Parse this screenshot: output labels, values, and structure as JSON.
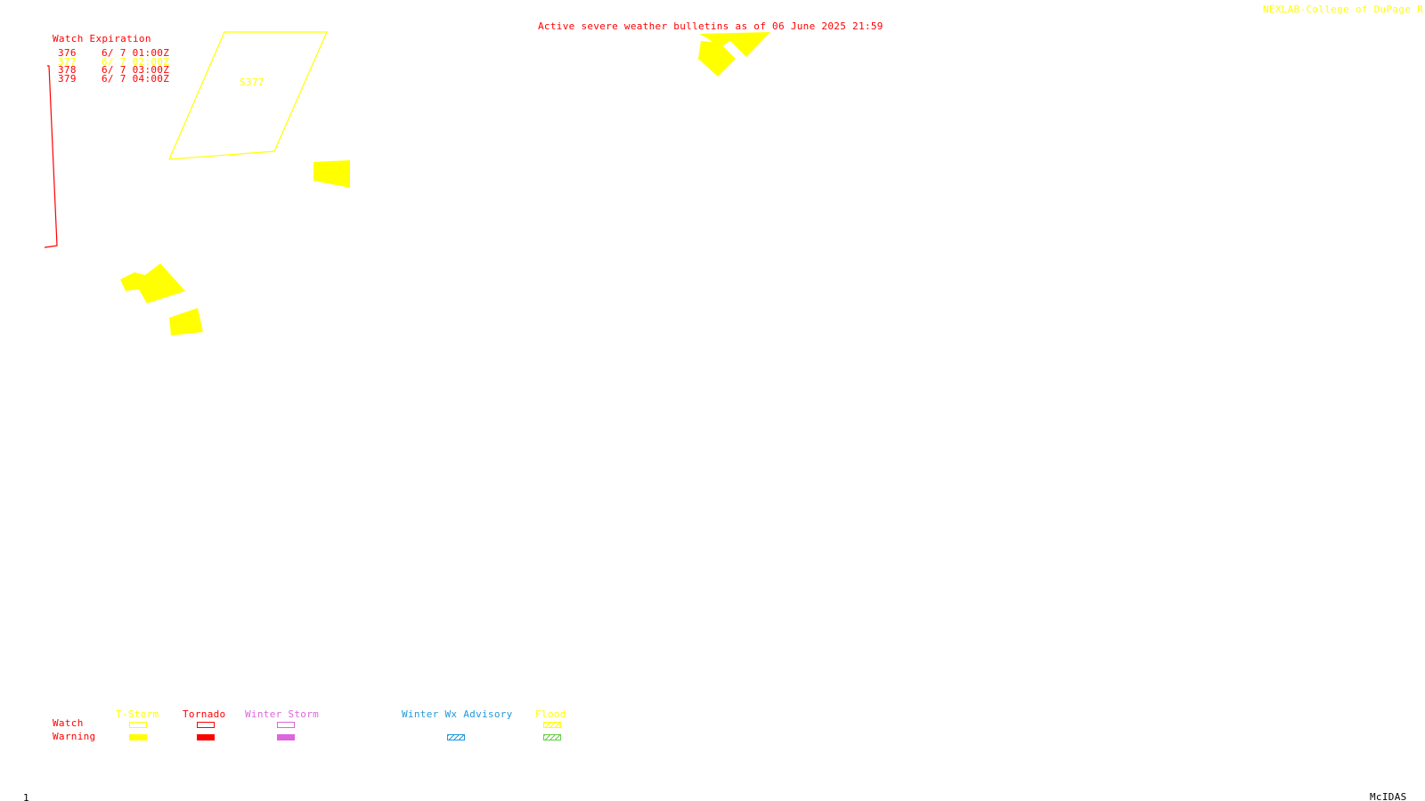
{
  "header": {
    "title": "Active severe weather bulletins as of 06 June 2025 21:59",
    "credit": "NEXLAB-College of DuPage R"
  },
  "watch_table": {
    "heading": "Watch Expiration",
    "rows": [
      {
        "id": "376",
        "expires": "6/ 7 01:00Z",
        "type": "tornado"
      },
      {
        "id": "377",
        "expires": "6/ 7 02:00Z",
        "type": "tstorm"
      },
      {
        "id": "378",
        "expires": "6/ 7 03:00Z",
        "type": "tornado"
      },
      {
        "id": "379",
        "expires": "6/ 7 04:00Z",
        "type": "tornado"
      }
    ]
  },
  "map": {
    "watch_label": "S377",
    "layers": [
      "tornado-watch-outline",
      "tstorm-watch-outline",
      "tstorm-warnings"
    ]
  },
  "legend": {
    "row_labels": {
      "watch": "Watch",
      "warning": "Warning"
    },
    "columns": [
      {
        "name": "tstorm",
        "label": "T-Storm",
        "color": "#ffff00"
      },
      {
        "name": "tornado",
        "label": "Tornado",
        "color": "#ff0000"
      },
      {
        "name": "winter-storm",
        "label": "Winter Storm",
        "color": "#dd66dd"
      },
      {
        "name": "winter-wx-advisory",
        "label": "Winter Wx Advisory",
        "color": "#2299dd"
      },
      {
        "name": "flood",
        "label": "Flood",
        "color": "#ffff00",
        "warning_color": "#66cc44"
      }
    ]
  },
  "footer": {
    "frame_number": "1",
    "software": "McIDAS"
  },
  "colors": {
    "tstorm": "#ffff00",
    "tornado": "#ff0000",
    "winter_storm": "#dd66dd",
    "winter_advisory": "#2299dd",
    "flood_watch": "#ffff00",
    "flood_warning": "#66cc44",
    "background": "#ffffff",
    "footer_text": "#000000"
  }
}
